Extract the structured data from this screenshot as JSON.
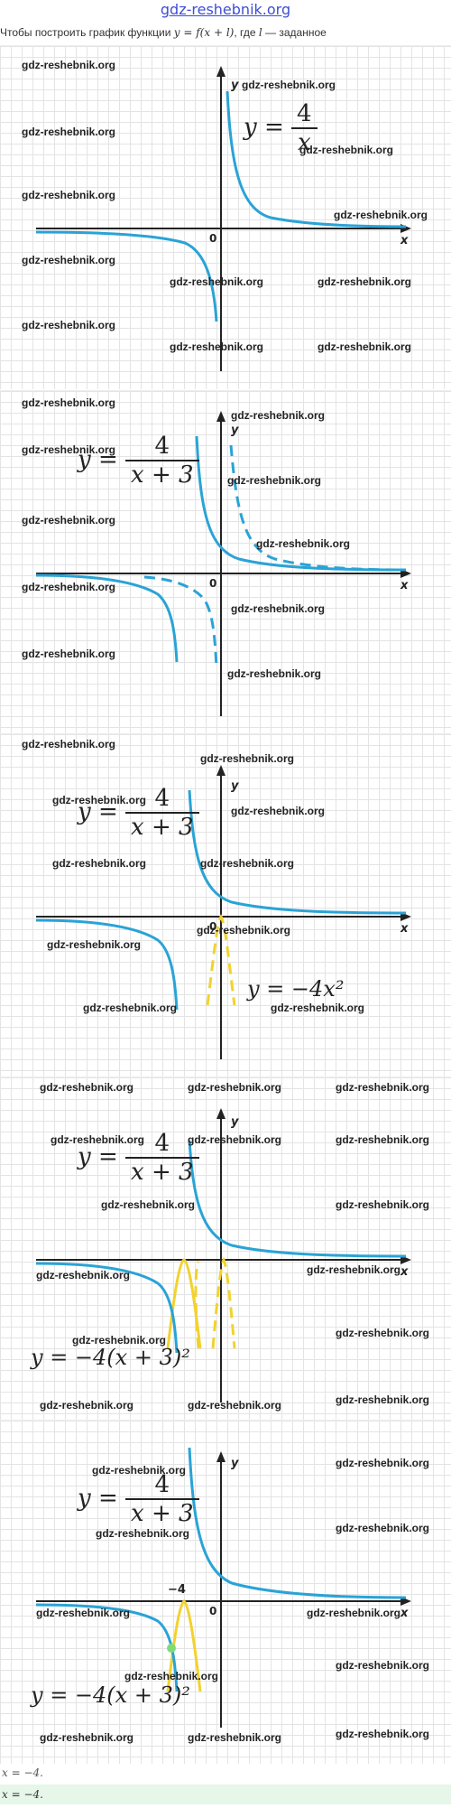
{
  "header": {
    "site_title": "gdz-reshebnik.org",
    "intro_prefix": "Чтобы построить график функции ",
    "intro_formula": "y = f(x + l)",
    "intro_middle": ", где ",
    "intro_var": "l",
    "intro_suffix": " — заданное"
  },
  "axis": {
    "x_label": "x",
    "y_label": "y",
    "zero": "0"
  },
  "watermark": "gdz-reshebnik.org",
  "panels": [
    {
      "equations": [
        {
          "lhs": "y =",
          "num": "4",
          "den": "x"
        }
      ]
    },
    {
      "equations": [
        {
          "lhs": "y =",
          "num": "4",
          "den": "x + 3"
        }
      ]
    },
    {
      "equations": [
        {
          "lhs": "y =",
          "num": "4",
          "den": "x + 3"
        },
        {
          "text": "y = −4x²"
        }
      ]
    },
    {
      "equations": [
        {
          "lhs": "y =",
          "num": "4",
          "den": "x + 3"
        },
        {
          "text": "y = −4(x + 3)²"
        }
      ]
    },
    {
      "equations": [
        {
          "lhs": "y =",
          "num": "4",
          "den": "x + 3"
        },
        {
          "text": "y = −4(x + 3)²"
        }
      ],
      "tick_label": "−4"
    }
  ],
  "answers": {
    "line1": "x = −4.",
    "line2": "x = −4."
  },
  "colors": {
    "hyperbola": "#2aa3d6",
    "parabola": "#f2d22e",
    "intersection": "#7ddc7a",
    "link": "#3d4fd6"
  }
}
